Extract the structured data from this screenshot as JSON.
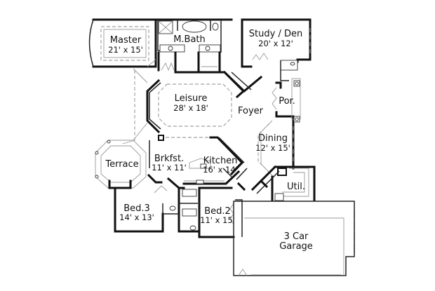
{
  "plan": {
    "rooms": [
      {
        "id": "master",
        "name": "Master",
        "dimensions": "21' x 15'"
      },
      {
        "id": "mbath",
        "name": "M.Bath",
        "dimensions": ""
      },
      {
        "id": "study",
        "name": "Study / Den",
        "dimensions": "20' x 12'"
      },
      {
        "id": "leisure",
        "name": "Leisure",
        "dimensions": "28' x 18'"
      },
      {
        "id": "foyer",
        "name": "Foyer",
        "dimensions": ""
      },
      {
        "id": "porch",
        "name": "Por.",
        "dimensions": ""
      },
      {
        "id": "dining",
        "name": "Dining",
        "dimensions": "12' x 15'"
      },
      {
        "id": "terrace",
        "name": "Terrace",
        "dimensions": ""
      },
      {
        "id": "breakfast",
        "name": "Brkfst.",
        "dimensions": "11' x 11'"
      },
      {
        "id": "kitchen",
        "name": "Kitchen",
        "dimensions": "16' x 14'"
      },
      {
        "id": "utility",
        "name": "Util.",
        "dimensions": ""
      },
      {
        "id": "bed3",
        "name": "Bed.3",
        "dimensions": "14' x 13'"
      },
      {
        "id": "bed2",
        "name": "Bed.2",
        "dimensions": "11' x 15'"
      },
      {
        "id": "garage",
        "name": "3 Car",
        "name_line2": "Garage",
        "dimensions": ""
      }
    ]
  }
}
